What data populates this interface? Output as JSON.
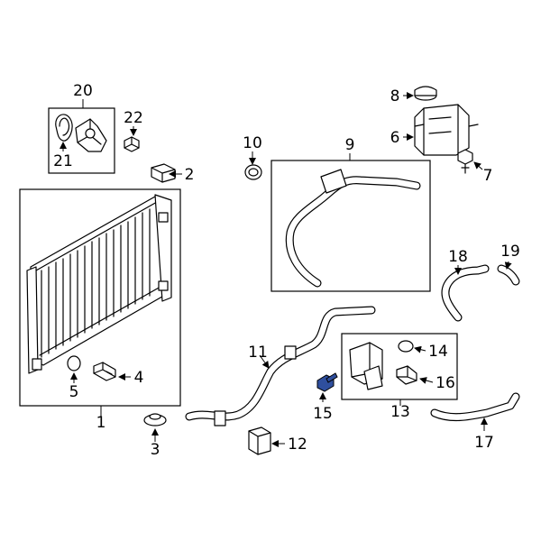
{
  "diagram": {
    "callouts": {
      "c1": "1",
      "c2": "2",
      "c3": "3",
      "c4": "4",
      "c5": "5",
      "c6": "6",
      "c7": "7",
      "c8": "8",
      "c9": "9",
      "c10": "10",
      "c11": "11",
      "c12": "12",
      "c13": "13",
      "c14": "14",
      "c15": "15",
      "c16": "16",
      "c17": "17",
      "c18": "18",
      "c19": "19",
      "c20": "20",
      "c21": "21",
      "c22": "22"
    },
    "colors": {
      "line": "#000000",
      "background": "#ffffff",
      "highlight": "#2f4f9e"
    }
  }
}
